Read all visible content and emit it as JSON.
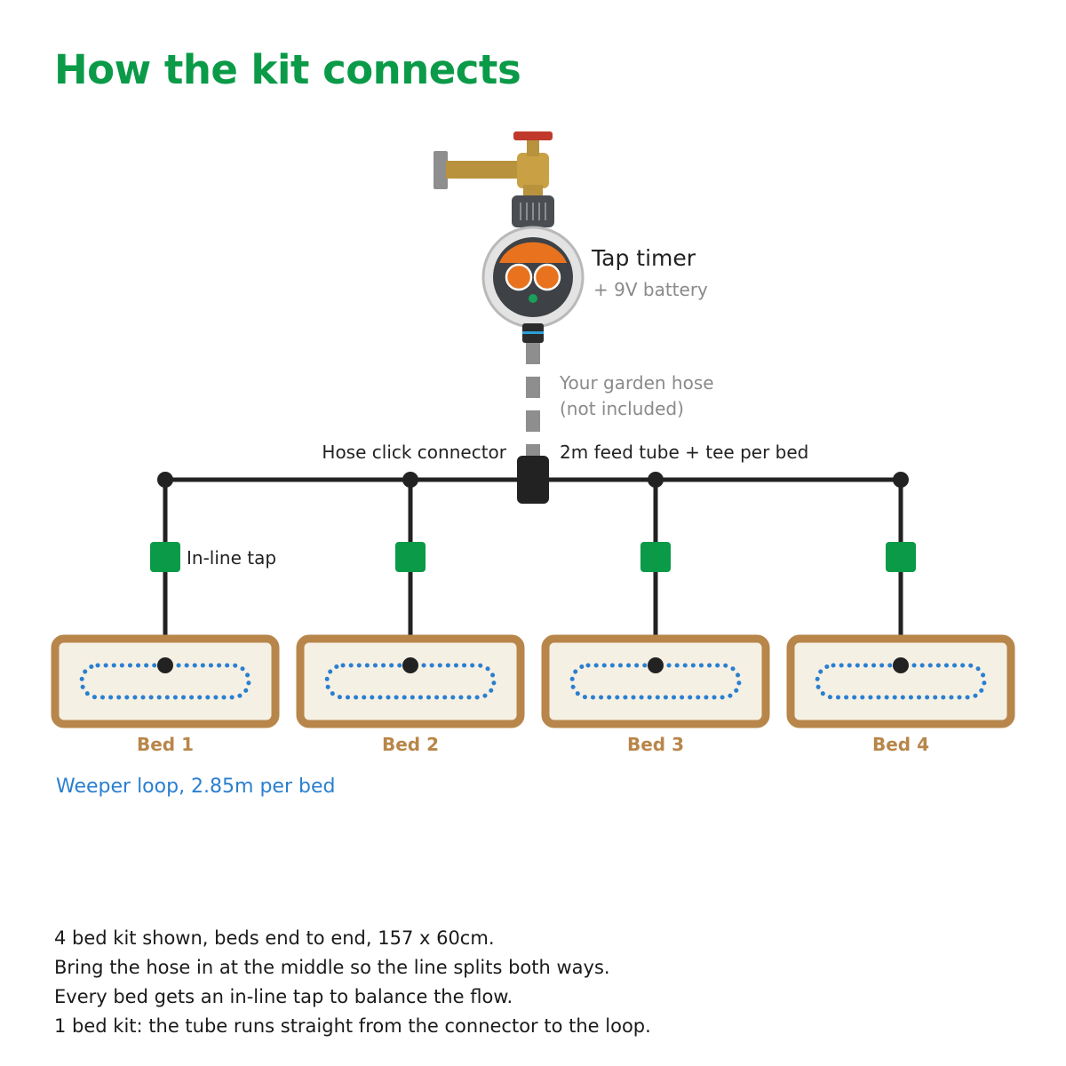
{
  "title": "How the kit connects",
  "labels": {
    "tap_timer": "Tap timer",
    "battery": "+ 9V battery",
    "hose_line1": "Your garden hose",
    "hose_line2": "(not included)",
    "connector": "Hose click connector",
    "feed_tube": "2m feed tube + tee per bed",
    "inline_tap": "In-line tap",
    "weeper": "Weeper loop, 2.85m per bed"
  },
  "beds": [
    {
      "label": "Bed 1"
    },
    {
      "label": "Bed 2"
    },
    {
      "label": "Bed 3"
    },
    {
      "label": "Bed 4"
    }
  ],
  "notes": [
    "4 bed kit shown, beds end to end, 157 x 60cm.",
    "Bring the hose in at the middle so the line splits both ways.",
    "Every bed gets an in-line tap to balance the flow.",
    "1 bed kit: the tube runs straight from the connector to the loop."
  ],
  "colors": {
    "title_green": "#0a9a48",
    "valve_green": "#0a9a48",
    "bed_brown": "#b8864a",
    "bed_fill": "#f5f0e4",
    "weeper_blue": "#2a7fd0",
    "brass": "#b8923c",
    "tube_dark": "#222222",
    "timer_orange": "#e8721e",
    "handle_red": "#c0392b"
  },
  "icons": [
    "garden-tap-icon",
    "tap-timer-icon",
    "hose-connector-icon",
    "inline-valve-icon"
  ]
}
